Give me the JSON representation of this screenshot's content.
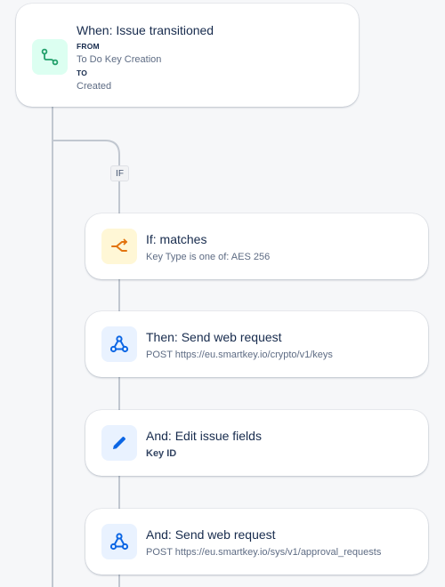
{
  "trigger": {
    "title": "When: Issue transitioned",
    "from_label": "FROM",
    "from_value": "To Do Key Creation",
    "to_label": "TO",
    "to_value": "Created",
    "icon": "branch-flow-icon",
    "icon_bg": "#dcfff1",
    "icon_color": "#22a06b"
  },
  "branch_badge": "IF",
  "steps": [
    {
      "title": "If: matches",
      "subtitle": "Key Type is one of: AES 256",
      "icon": "condition-icon",
      "icon_bg": "#fff7d6",
      "icon_color": "#e2740f"
    },
    {
      "title": "Then: Send web request",
      "subtitle": "POST https://eu.smartkey.io/crypto/v1/keys",
      "icon": "webhook-icon",
      "icon_bg": "#e9f2ff",
      "icon_color": "#0c66e4"
    },
    {
      "title": "And: Edit issue fields",
      "subtitle": "Key ID",
      "icon": "pencil-icon",
      "icon_bg": "#e9f2ff",
      "icon_color": "#0c66e4"
    },
    {
      "title": "And: Send web request",
      "subtitle": "POST https://eu.smartkey.io/sys/v1/approval_requests",
      "icon": "webhook-icon",
      "icon_bg": "#e9f2ff",
      "icon_color": "#0c66e4"
    }
  ]
}
